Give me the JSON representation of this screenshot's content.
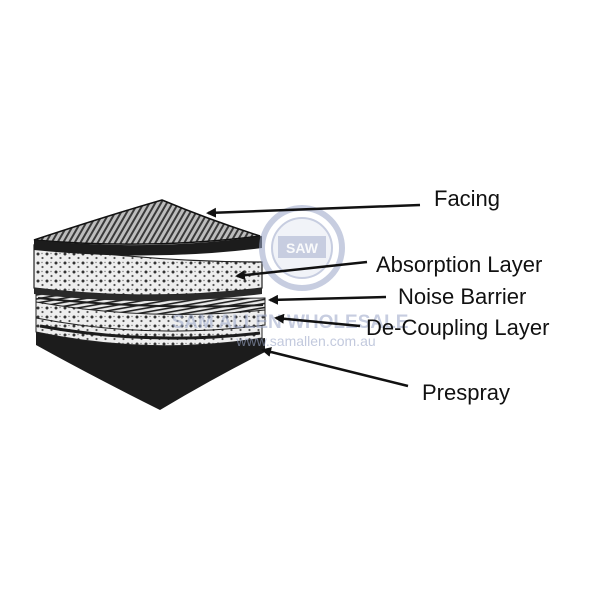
{
  "labels": {
    "facing": "Facing",
    "absorption": "Absorption Layer",
    "noise_barrier": "Noise Barrier",
    "decoupling": "De-Coupling Layer",
    "prespray": "Prespray"
  },
  "watermark": {
    "badge": "SAW",
    "company": "SAM ALLEN WHOLESALE",
    "url": "www.samallen.com.au"
  },
  "colors": {
    "ink": "#111111",
    "layer_dark": "#1c1c1c",
    "foam": "#e9e9e9",
    "watermark": "#9aa6c8"
  }
}
